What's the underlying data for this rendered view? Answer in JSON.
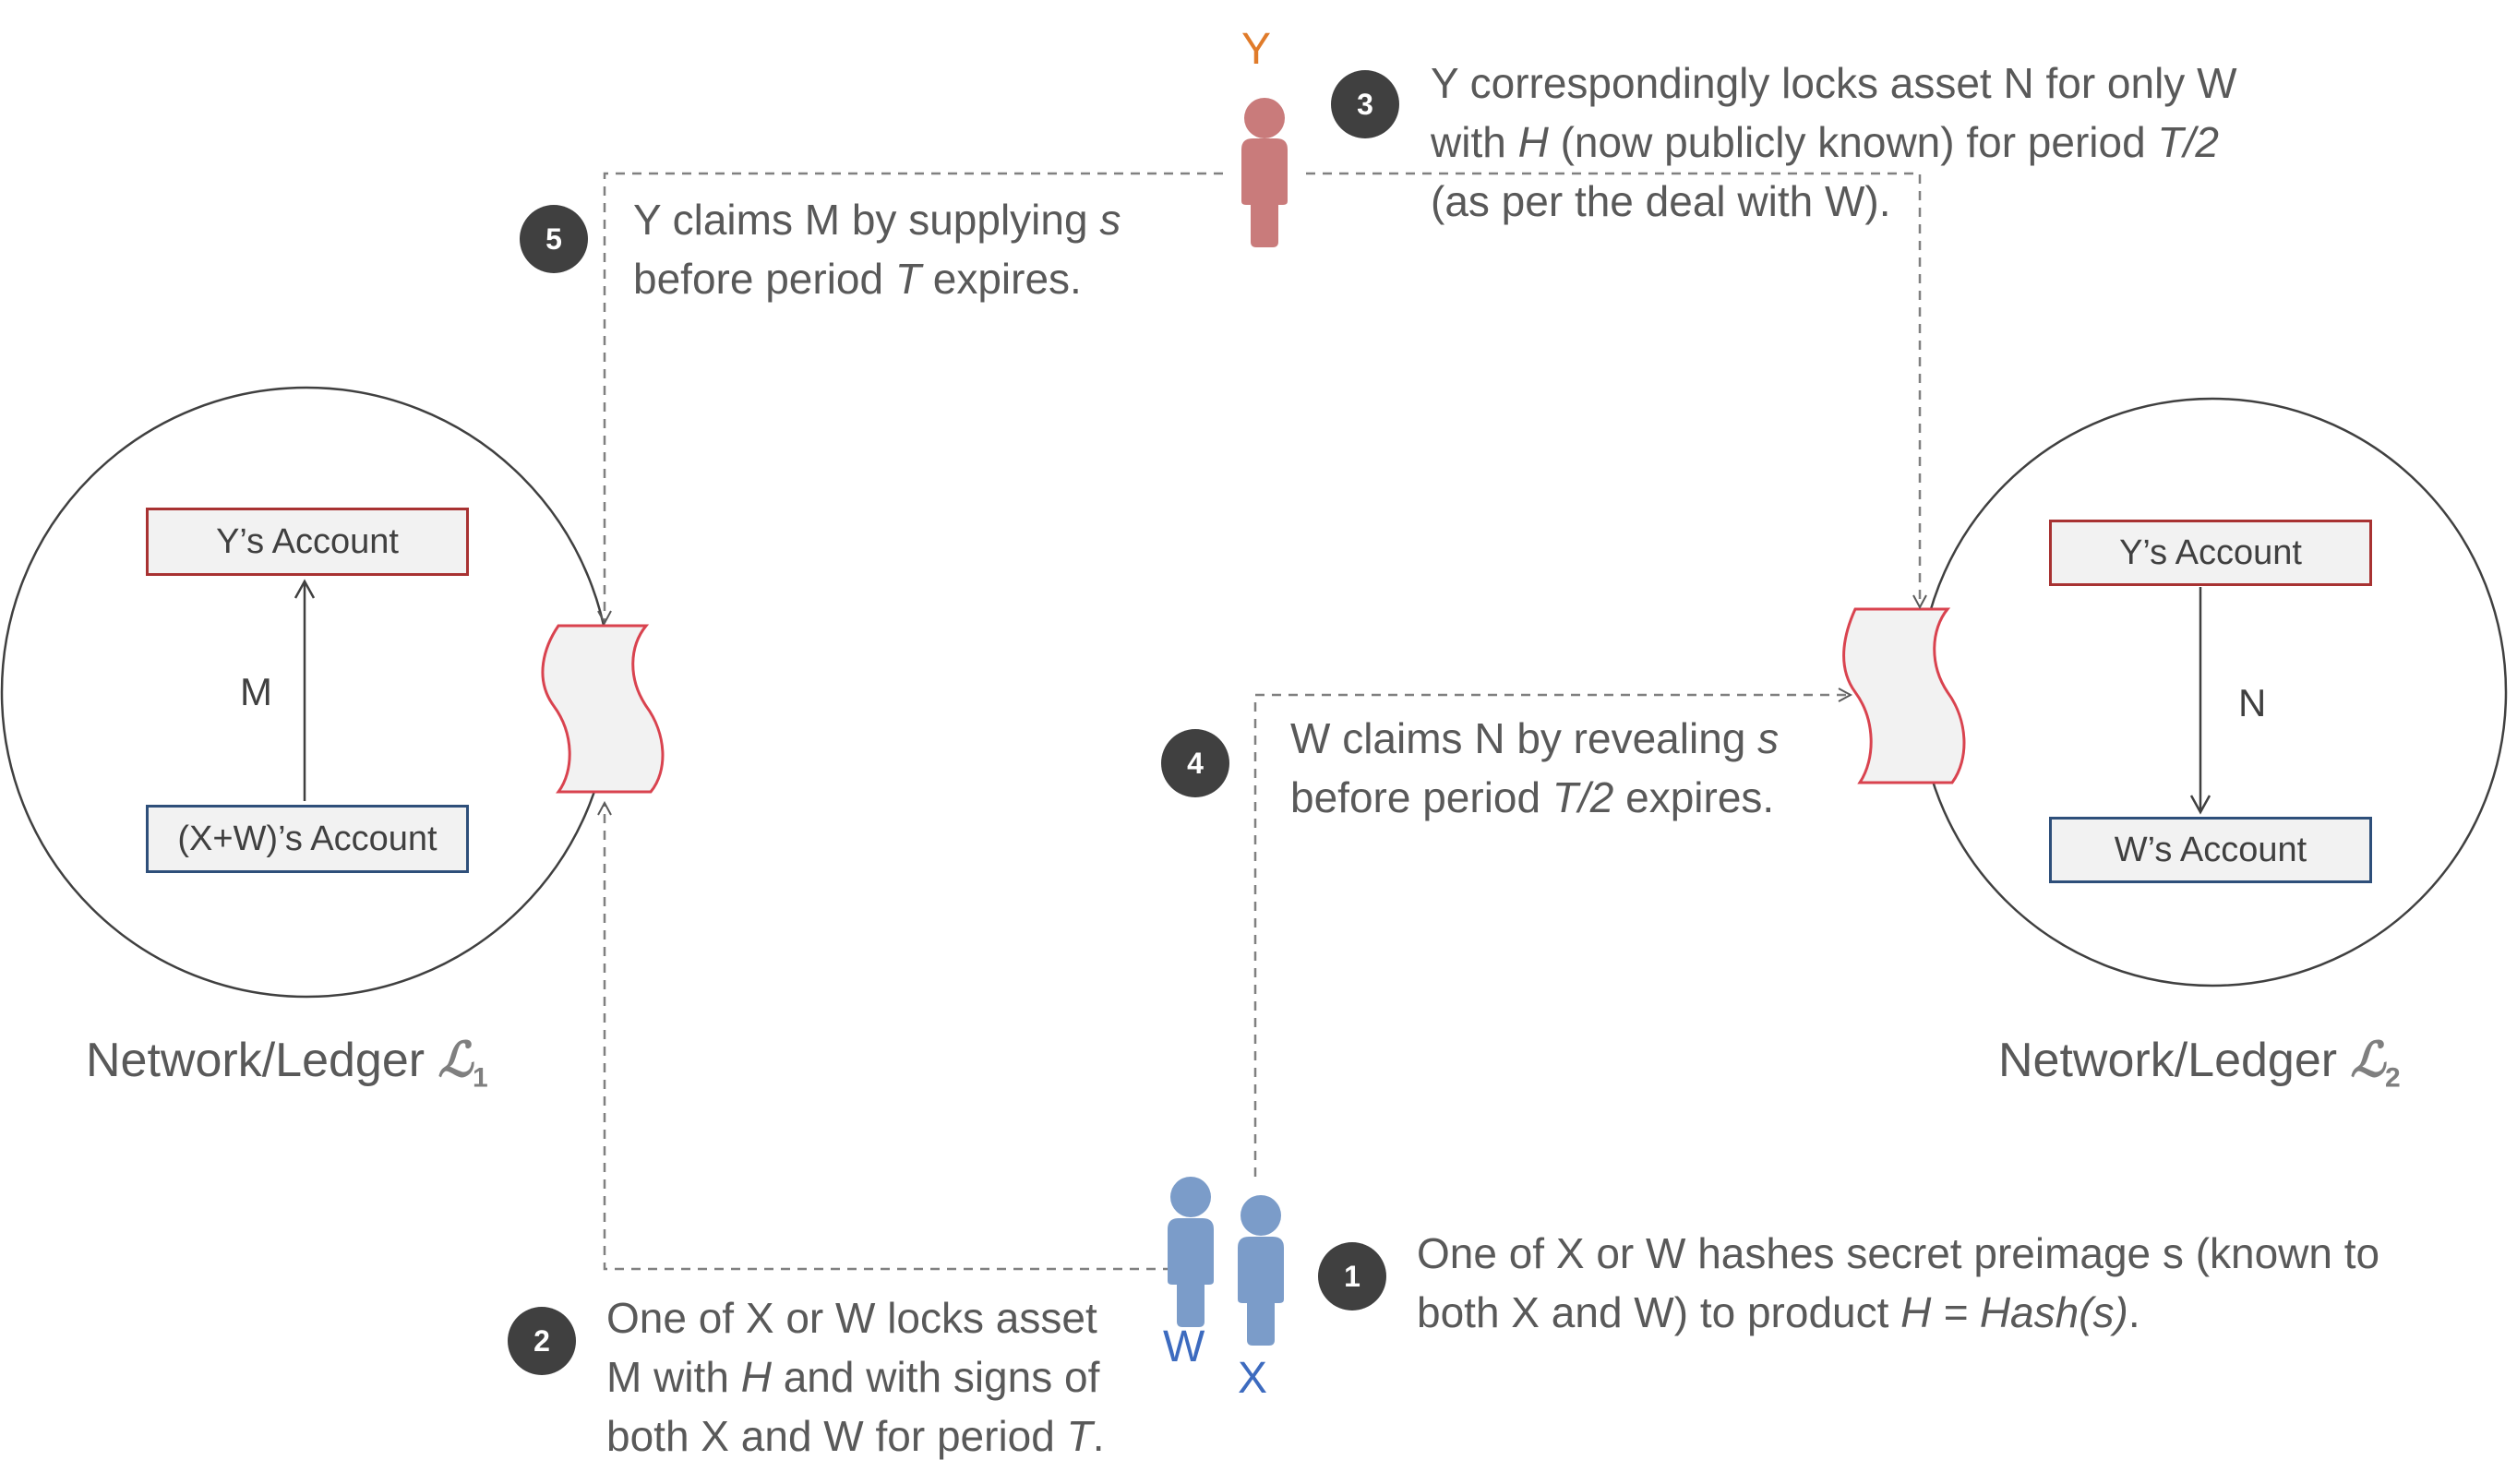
{
  "ledger1": {
    "label": "Network/Ledger",
    "symbol": "ℒ",
    "subscript": "1",
    "top_box": "Y’s Account",
    "bottom_box": "(X+W)’s Account",
    "arrow_label": "M"
  },
  "ledger2": {
    "label": "Network/Ledger",
    "symbol": "ℒ",
    "subscript": "2",
    "top_box": "Y’s Account",
    "bottom_box": "W’s Account",
    "arrow_label": "N"
  },
  "people": {
    "y": "Y",
    "w": "W",
    "x": "X"
  },
  "steps": [
    {
      "num": "1",
      "line1": "One of X or W hashes secret preimage s (known to",
      "line2a": "both X and W) to product ",
      "line2i": "H = Hash(s)",
      "line2b": "."
    },
    {
      "num": "2",
      "line1": "One of X or W locks asset",
      "line2a": "M with ",
      "line2i": "H",
      "line2b": " and with signs of",
      "line3a": "both X and W for period ",
      "line3i": "T",
      "line3b": "."
    },
    {
      "num": "3",
      "line1": "Y correspondingly locks asset N for only W",
      "line2a": "with ",
      "line2i": "H",
      "line2b": " (now publicly known) for period ",
      "line2i2": "T/2",
      "line3": "(as per the deal with W)."
    },
    {
      "num": "4",
      "line1a": "W claims N by revealing ",
      "line1i": "s",
      "line2a": "before period ",
      "line2i": "T/2",
      "line2b": " expires."
    },
    {
      "num": "5",
      "line1a": "Y claims M by supplying ",
      "line1i": "s",
      "line2a": "before period ",
      "line2i": "T",
      "line2b": " expires."
    }
  ],
  "colors": {
    "person_y": "#c97b7b",
    "person_wx": "#7b9cc9",
    "label_y": "#e07b2a",
    "label_wx": "#3d6bbf",
    "contract_stroke": "#d9434f",
    "badge": "#404040"
  }
}
